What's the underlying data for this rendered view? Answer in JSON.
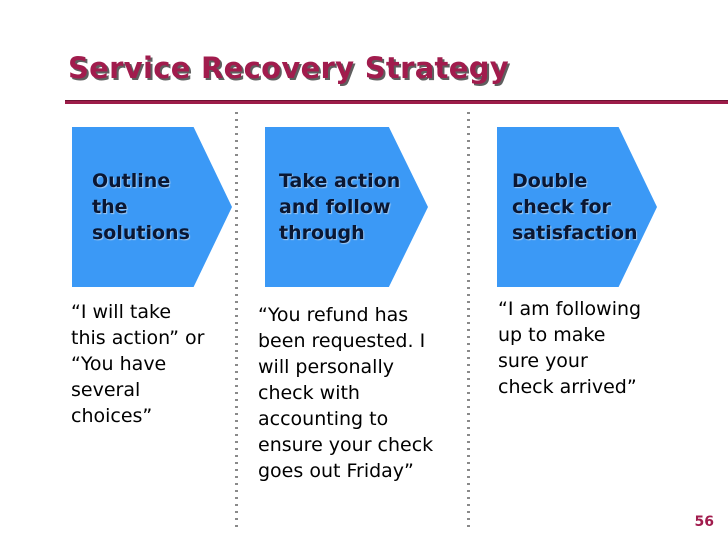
{
  "slide": {
    "title": "Service Recovery Strategy",
    "page_number": "56",
    "colors": {
      "title_crimson": "#A11C4D",
      "rule_crimson": "#9D1C49",
      "arrow_blue": "#3B99F6",
      "arrow_text_navy": "#0A1733",
      "body_text": "#000000",
      "divider_gray": "#8A8A8A",
      "background": "#FFFFFF"
    },
    "steps": [
      {
        "label": "Outline\nthe\nsolutions",
        "quote": "“I will take\nthis action” or\n“You have\nseveral\nchoices”"
      },
      {
        "label": "Take action\nand follow\nthrough",
        "quote": "“You refund has\nbeen requested. I\nwill personally\ncheck with\naccounting to\nensure your check\ngoes out Friday”"
      },
      {
        "label": "Double\ncheck for\nsatisfaction",
        "quote": "“I am following\nup to make\nsure your\ncheck arrived”"
      }
    ]
  }
}
